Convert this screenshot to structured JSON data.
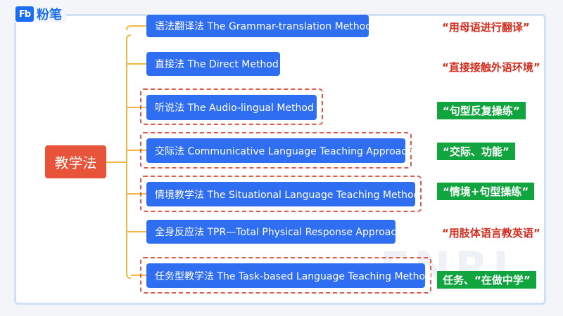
{
  "logo": {
    "mark": "Fb",
    "text": "粉笔"
  },
  "watermark": "ENRI",
  "root": {
    "label": "教学法"
  },
  "methods": [
    {
      "label": "语法翻译法 The Grammar-translation Method",
      "note": "“用母语进行翻译”",
      "note_style": "red",
      "highlighted": false
    },
    {
      "label": "直接法 The Direct Method",
      "note": "“直接接触外语环境”",
      "note_style": "red",
      "highlighted": false
    },
    {
      "label": "听说法 The Audio-lingual Method",
      "note": "“句型反复操练”",
      "note_style": "green",
      "highlighted": true
    },
    {
      "label": "交际法 Communicative Language Teaching Approach",
      "note": "“交际、功能”",
      "note_style": "green",
      "highlighted": true
    },
    {
      "label": "情境教学法 The Situational Language Teaching Method",
      "note": "“情境+句型操练”",
      "note_style": "green",
      "highlighted": true
    },
    {
      "label": "全身反应法 TPR—Total Physical Response Approach",
      "note": "“用肢体语言教英语”",
      "note_style": "red",
      "highlighted": false
    },
    {
      "label": "任务型教学法 The Task-based Language Teaching Method",
      "note": "任务、“在做中学”",
      "note_style": "green",
      "highlighted": true
    }
  ],
  "colors": {
    "root": "#e8543a",
    "node": "#2f6ef0",
    "connector": "#f0b840",
    "note_red": "#d22c1d",
    "note_green": "#10a53f",
    "highlight_border": "#e05a4c"
  }
}
